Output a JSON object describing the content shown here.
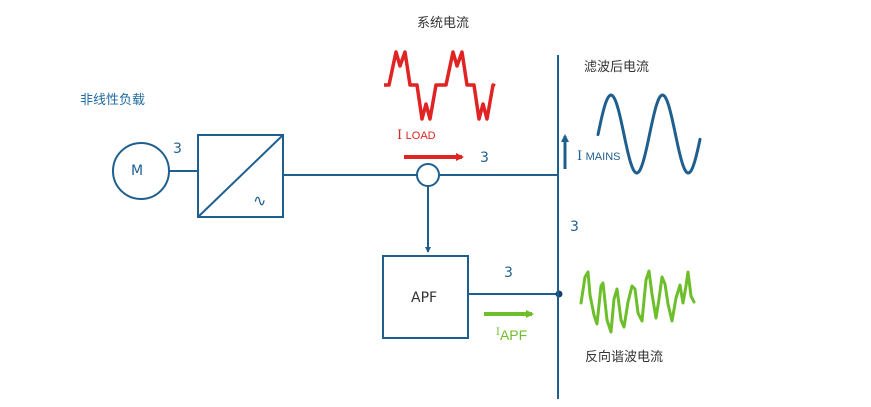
{
  "colors": {
    "line": "#1f5f8f",
    "load_current": "#e02424",
    "mains_current": "#1f5f8f",
    "apf_current": "#6cbf2a",
    "text": "#333333"
  },
  "labels": {
    "nonlinear_load": "非线性负载",
    "system_current": "系统电流",
    "filtered_current": "滤波后电流",
    "reverse_harmonic_current": "反向谐波电流"
  },
  "components": {
    "motor": "M",
    "converter_symbol": "∿",
    "apf": "APF"
  },
  "phase_counts": {
    "motor_link": "3",
    "load_link": "3",
    "mains_bus": "3",
    "apf_link": "3"
  },
  "currents": {
    "load": {
      "symbol": "I",
      "subscript": "LOAD"
    },
    "mains": {
      "symbol": "I",
      "subscript": "MAINS"
    },
    "apf": {
      "symbol": "I",
      "subscript": "APF"
    }
  },
  "waveforms": {
    "load": "distorted (harmonic-rich) load current",
    "mains": "sinusoidal mains current after filtering",
    "apf": "injected anti-phase harmonic current"
  }
}
